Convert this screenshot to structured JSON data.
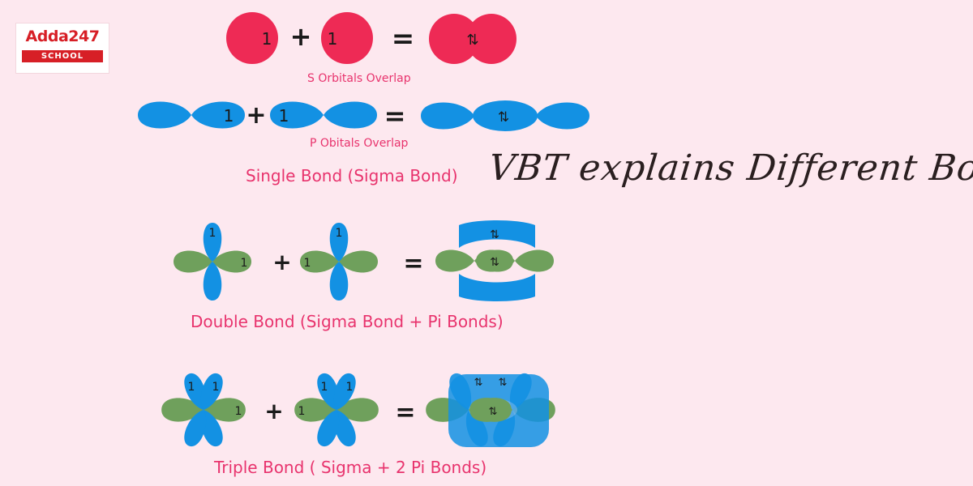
{
  "logo": {
    "name": "Adda247",
    "sub": "SCHOOL"
  },
  "headline": "VBT explains Different Bond",
  "symbols": {
    "plus": "+",
    "equals": "=",
    "up": "1",
    "pair": "⇅"
  },
  "sections": {
    "s_overlap": {
      "caption": "S Orbitals Overlap"
    },
    "p_overlap": {
      "caption": "P Obitals Overlap"
    },
    "single": {
      "caption": "Single Bond (Sigma Bond)"
    },
    "double": {
      "caption": "Double Bond (Sigma Bond + Pi Bonds)"
    },
    "triple": {
      "caption": "Triple Bond ( Sigma + 2 Pi Bonds)"
    }
  },
  "colors": {
    "background": "#fde8ef",
    "s_orbital": "#ee2a55",
    "p_orbital": "#1391e3",
    "hybrid_orbital": "#6fa05c",
    "caption": "#e8336d",
    "text": "#1a1a1a"
  }
}
